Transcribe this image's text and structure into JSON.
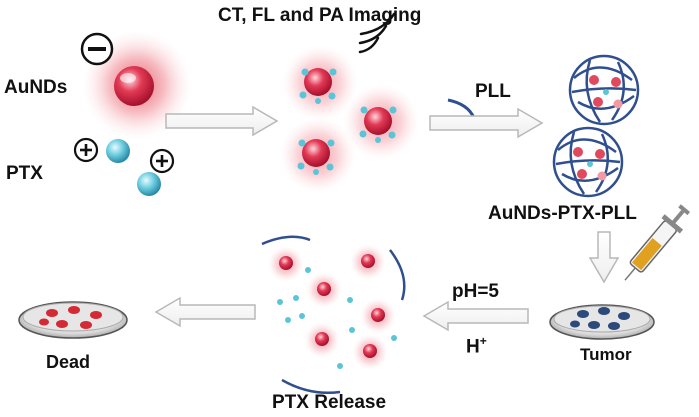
{
  "labels": {
    "imaging": "CT, FL and  PA Imaging",
    "aunds": "AuNDs",
    "ptx": "PTX",
    "pll": "PLL",
    "product": "AuNDs-PTX-PLL",
    "ph": "pH=5",
    "proton_base": "H",
    "proton_sup": "+",
    "tumor": "Tumor",
    "dead": "Dead",
    "release": "PTX Release"
  },
  "charges": {
    "negative": "−",
    "positive": "+"
  },
  "colors": {
    "nanodot": "#e0304e",
    "nanodot_glow": "#f4a6ae",
    "ptx_drug": "#5cc4d8",
    "polymer": "#2f4f8f",
    "arrow": "#c8c8c8",
    "dish_tumor_cell": "#2c4a7a",
    "dish_dead_cell": "#d42a36",
    "syringe_liquid": "#e0a020"
  }
}
